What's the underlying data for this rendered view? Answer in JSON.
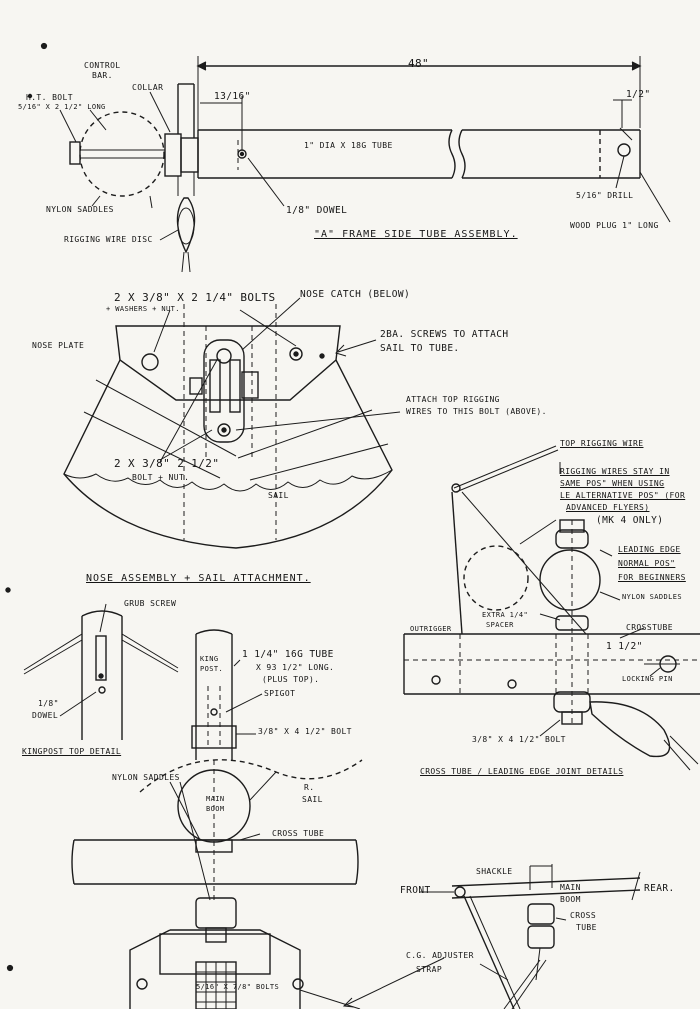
{
  "side_tube": {
    "dim_48": "48\"",
    "dim_13_16": "13/16\"",
    "dim_half": "1/2\"",
    "control_bar": "Control",
    "control_bar_2": "Bar.",
    "collar": "Collar",
    "ht_bolt": "H.T. Bolt",
    "ht_bolt_size": "5/16\" x 2 1/2\" Long",
    "tube": "1\" dia x 18g Tube",
    "dowel": "1/8\" Dowel",
    "drill": "5/16\" Drill",
    "wood_plug": "Wood Plug 1\" Long",
    "nylon_saddles": "Nylon Saddles",
    "rigging_disc": "Rigging Wire Disc",
    "title": "\"A\" Frame Side Tube Assembly."
  },
  "nose": {
    "bolts_top": "2 x 3/8\" x 2 1/4\" Bolts",
    "washers": "+ Washers + Nut.",
    "nose_catch": "Nose Catch (Below)",
    "ba_screws": "2BA. Screws to Attach",
    "ba_screws_2": "Sail to Tube.",
    "nose_plate": "Nose Plate",
    "attach_top": "Attach Top Rigging",
    "attach_top_2": "Wires to this Bolt (Above).",
    "bolts_low": "2 x 3/8\" 2 1/2\"",
    "bolts_low_2": "Bolt + Nut.",
    "sail": "Sail",
    "title": "Nose Assembly + Sail Attachment."
  },
  "crossjoint": {
    "top_rigging": "Top Rigging Wire",
    "rigging_stay": "Rigging Wires Stay in",
    "rigging_stay_2": "Same Pos\" When Using",
    "alt_pos": "LE Alternative Pos\" (For",
    "adv_flyers": "Advanced Flyers)",
    "mk4": "(MK 4 Only)",
    "le_normal": "Leading Edge",
    "le_normal_2": "Normal Pos\"",
    "for_beginners": "For Beginners",
    "nylon_saddles": "Nylon Saddles",
    "outrigger": "Outrigger",
    "extra_spacer": "Extra 1/4\"",
    "extra_spacer_2": "Spacer",
    "crosstube": "Crosstube",
    "dim_1half": "1 1/2\"",
    "locking_pin": "Locking Pin",
    "bolt": "3/8\" x 4 1/2\" Bolt",
    "title": "Cross Tube / Leading Edge Joint Details"
  },
  "kingpost": {
    "grub_screw": "Grub Screw",
    "dowel": "1/8\"",
    "dowel_2": "Dowel",
    "title": "Kingpost Top Detail"
  },
  "center": {
    "tube_spec": "1 1/4\" 16G Tube",
    "tube_len": "x 93 1/2\" Long.",
    "plus_top": "(Plus Top).",
    "king_post": "King",
    "king_post_2": "Post.",
    "spigot": "Spigot",
    "bolt": "3/8\" x 4 1/2\" Bolt",
    "nylon_saddles": "Nylon Saddles",
    "main_boom": "Main",
    "main_boom_2": "Boom",
    "r_sail": "R.",
    "r_sail_2": "Sail",
    "cross_tube": "Cross Tube",
    "bolts": "5/16\" x 7/8\" Bolts"
  },
  "cg": {
    "front": "Front",
    "shackle": "Shackle",
    "main_boom": "Main",
    "main_boom_2": "Boom",
    "rear": "Rear.",
    "cross_tube": "Cross",
    "cross_tube_2": "Tube",
    "adjuster": "C.G. Adjuster",
    "strap": "Strap"
  }
}
